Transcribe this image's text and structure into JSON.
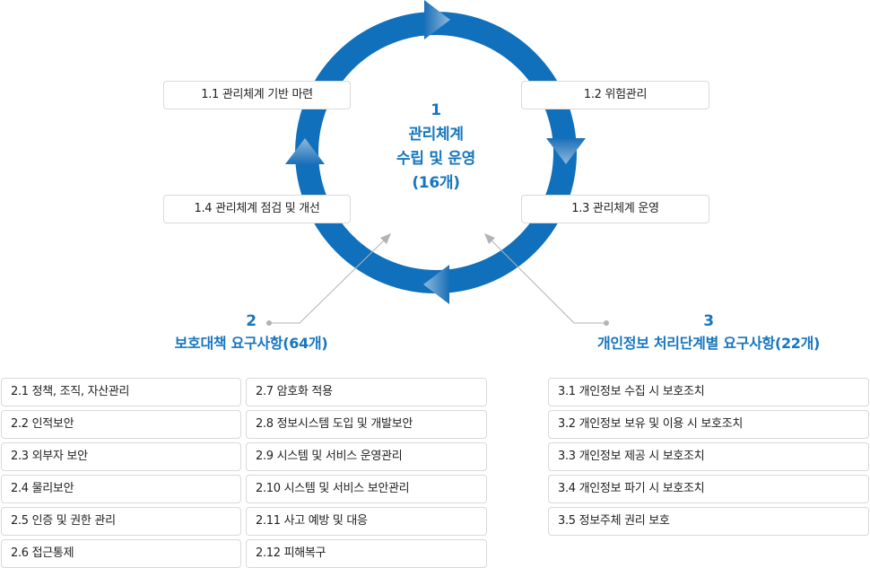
{
  "colors": {
    "ring": "#1070bb",
    "accent_text": "#1776be",
    "box_border": "#d9d9d9",
    "connector": "#b3b3b3"
  },
  "cycle": {
    "center": {
      "number": "1",
      "line1": "관리체계",
      "line2": "수립 및 운영",
      "line3": "(16개)"
    },
    "steps": [
      {
        "label": "1.1 관리체계 기반 마련"
      },
      {
        "label": "1.2 위험관리"
      },
      {
        "label": "1.3 관리체계 운영"
      },
      {
        "label": "1.4 관리체계 점검 및 개선"
      }
    ],
    "arrow_icons": [
      "arrow-right-icon",
      "arrow-down-icon",
      "arrow-left-icon",
      "arrow-up-icon"
    ]
  },
  "section2": {
    "number": "2",
    "title": "보호대책 요구사항(64개)",
    "items_col1": [
      {
        "label": "2.1 정책, 조직, 자산관리"
      },
      {
        "label": "2.2 인적보안"
      },
      {
        "label": "2.3 외부자 보안"
      },
      {
        "label": "2.4 물리보안"
      },
      {
        "label": "2.5 인증 및 권한 관리"
      },
      {
        "label": "2.6 접근통제"
      }
    ],
    "items_col2": [
      {
        "label": "2.7 암호화 적용"
      },
      {
        "label": "2.8 정보시스템 도입 및 개발보안"
      },
      {
        "label": "2.9 시스템 및 서비스 운영관리"
      },
      {
        "label": "2.10 시스템 및 서비스 보안관리"
      },
      {
        "label": "2.11 사고 예방 및 대응"
      },
      {
        "label": "2.12 피해복구"
      }
    ]
  },
  "section3": {
    "number": "3",
    "title": "개인정보 처리단계별 요구사항(22개)",
    "items": [
      {
        "label": "3.1 개인정보 수집 시 보호조치"
      },
      {
        "label": "3.2 개인정보 보유 및 이용 시 보호조치"
      },
      {
        "label": "3.3 개인정보 제공 시 보호조치"
      },
      {
        "label": "3.4 개인정보 파기 시 보호조치"
      },
      {
        "label": "3.5 정보주체 권리 보호"
      }
    ]
  }
}
